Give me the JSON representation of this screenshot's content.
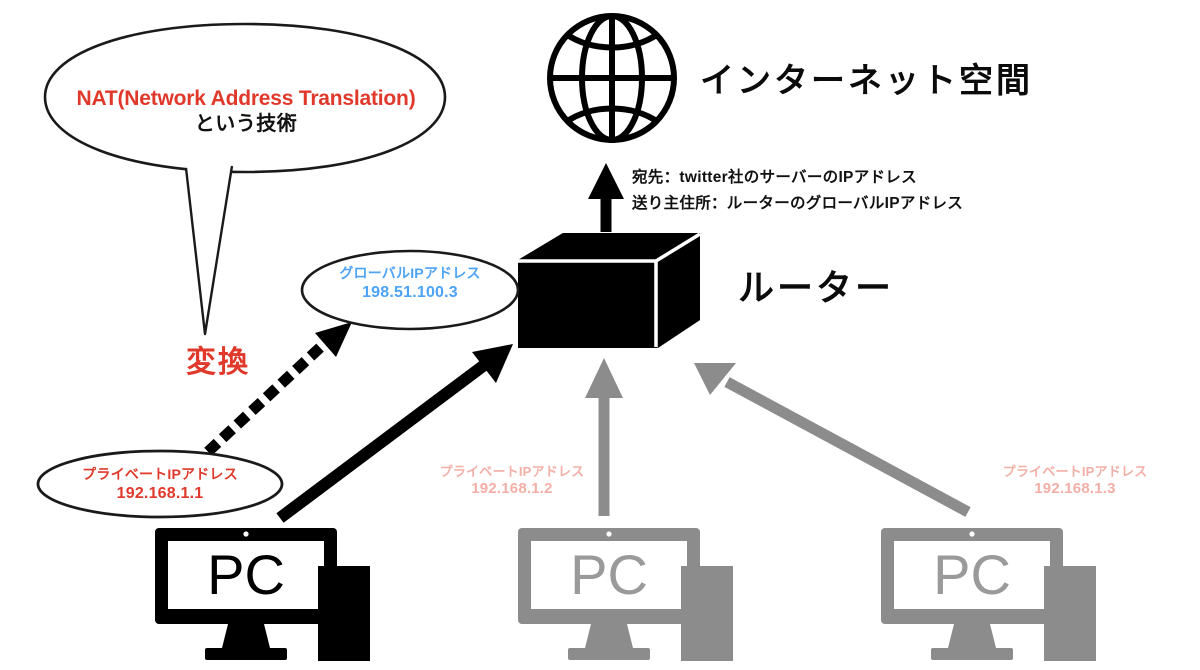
{
  "diagram": {
    "title_context": "NAT network diagram",
    "callout": {
      "line1": "NAT(Network Address Translation)",
      "line2": "という技術",
      "line1_color": "#E0392B",
      "line2_color": "#111111"
    },
    "convert_label": {
      "text": "変換",
      "color": "#E0392B"
    },
    "internet": {
      "label": "インターネット空間",
      "icon": "globe-icon"
    },
    "packet_note": {
      "line1": "宛先：twitter社のサーバーのIPアドレス",
      "line2": "送り主住所：ルーターのグローバルIPアドレス"
    },
    "router": {
      "label": "ルーター",
      "icon": "router-box-icon"
    },
    "global_ip": {
      "label": "グローバルIPアドレス",
      "value": "198.51.100.3",
      "color": "#4DA3F5"
    },
    "hosts": [
      {
        "id": "pc1",
        "screen_label": "PC",
        "ip_label": "プライベートIPアドレス",
        "ip_value": "192.168.1.1",
        "color": "#E0392B",
        "icon_color": "#000000",
        "state": "active"
      },
      {
        "id": "pc2",
        "screen_label": "PC",
        "ip_label": "プライベートIPアドレス",
        "ip_value": "192.168.1.2",
        "color": "#F3AFA6",
        "icon_color": "#8C8C8C",
        "state": "dimmed"
      },
      {
        "id": "pc3",
        "screen_label": "PC",
        "ip_label": "プライベートIPアドレス",
        "ip_value": "192.168.1.3",
        "color": "#F3AFA6",
        "icon_color": "#8C8C8C",
        "state": "dimmed"
      }
    ],
    "colors": {
      "accent_red": "#E0392B",
      "accent_blue": "#4DA3F5",
      "dim_red": "#F3AFA6",
      "dim_gray": "#8C8C8C",
      "ink": "#000000",
      "background": "#FFFFFF"
    },
    "connectors": [
      {
        "name": "router-to-internet",
        "style": "solid",
        "color": "#000000"
      },
      {
        "name": "pc1-to-router",
        "style": "solid",
        "color": "#000000"
      },
      {
        "name": "pc2-to-router",
        "style": "solid",
        "color": "#8C8C8C"
      },
      {
        "name": "pc3-to-router",
        "style": "solid",
        "color": "#8C8C8C"
      },
      {
        "name": "private-to-global-translation",
        "style": "dotted",
        "color": "#000000"
      }
    ]
  }
}
